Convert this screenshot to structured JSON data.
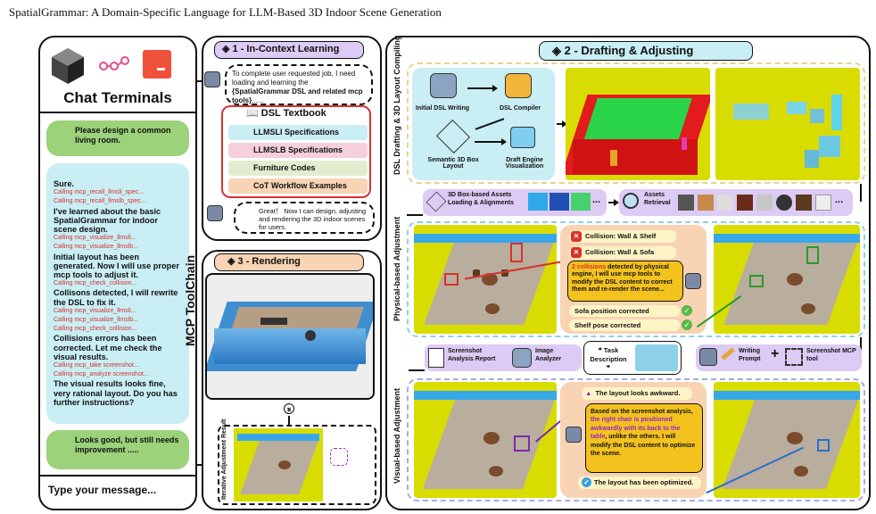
{
  "header": "SpatialGrammar: A Domain-Specific Language for LLM-Based 3D Indoor Scene Generation",
  "chat": {
    "title": "Chat Terminals",
    "user1": "Please design a common living room.",
    "assistant": {
      "sure": "Sure.",
      "calls1": [
        "Calling mcp_recall_llmsli_spec...",
        "Calling mcp_recall_llmslb_spec..."
      ],
      "learned": "I've learned about the basic SpatialGrammar for indoor scene design.",
      "calls2": [
        "Calling mcp_visualize_llmsli...",
        "Calling mcp_visualize_llmslb..."
      ],
      "initial": "Initial layout has been generated. Now I will use proper mcp tools to adjust it.",
      "calls3": [
        "Calling mcp_check_collision..."
      ],
      "collision": "Collisons detected, I will rewrite the DSL to fix it.",
      "calls4": [
        "Calling mcp_visualize_llmsli...",
        "Calling mcp_visualize_llmslb...",
        "Calling mcp_check_collision..."
      ],
      "corrected": "Collisions errors has been corrected. Let me check the visual results.",
      "calls5": [
        "Calling mcp_take screenshot...",
        "Calling mcp_analyze screenshot..."
      ],
      "fine": "The visual results looks fine, very rational layout. Do you has further instructions?"
    },
    "user2": "Looks good, but still needs improvement .....",
    "input_placeholder": "Type your message..."
  },
  "mcp_label": "MCP ToolChain",
  "icl": {
    "title": "1 - In-Context Learning",
    "bubble_pre": "To complete user requested job, I need loading and learning the ",
    "bubble_bold": "{SpatialGrammar DSL and related mcp tools}",
    "bubble_post": "......",
    "textbook": "DSL Textbook",
    "items": [
      "LLMSLI Specifications",
      "LLMSLB Specifications",
      "Furniture Codes",
      "CoT Workflow Examples"
    ],
    "reply": "Great！ Now I can design, adjusting and rendering the 3D indoor scenes for users."
  },
  "rendering": {
    "title": "3 - Rendering",
    "iter_label": "Iterative Adjustment Result",
    "u_symbol": "𝖚"
  },
  "drafting": {
    "title": "2 - Drafting & Adjusting",
    "row1_label": "DSL Drafting & 3D Layout Compiling",
    "initial": "Initial DSL Writing",
    "compiler": "DSL Compiler",
    "semantic": "Semantic 3D Box Layout",
    "engine": "Draft Engine Visualization",
    "assets_loading": "3D Box-based Assets Loading & Alignments",
    "assets_retrieval": "Assets Retrieval",
    "ellipsis": "...",
    "physical_label": "Physical-based Adjustment",
    "collision1": "Collision: Wall & Shelf",
    "collision2": "Collision: Wall & Sofa",
    "collision_bold": "2 collisions",
    "collision_text": " detected by physical engine, I will use mcp tools to modify the DSL content to correct them and re-render the scene...",
    "fix1": "Sofa position corrected",
    "fix2": "Shelf pose corrected",
    "report": "Screenshot Analysis Report",
    "analyzer": "Image Analyzer",
    "task": "Task Description",
    "writing": "Writing Prompt",
    "plus": "+",
    "screenshot_tool": "Screenshot MCP tool",
    "visual_label": "Visual-based Adjustment",
    "awkward": "The layout looks awkward.",
    "analysis_pre": "Based on the screenshot analysis, ",
    "analysis_purple": "the right chair is positioned awkwardly with its back to the table",
    "analysis_post": ", unlike the others. I will modify the DSL content to optimize the scene.",
    "optimized": "The layout has been optimized."
  },
  "colors": {
    "cyan_panel": "#c9eef4",
    "purple_bar": "#dccbf4",
    "peach": "#f8d3b4",
    "yellow": "#d9dc00",
    "green_bubble": "#9bd27a",
    "red": "#d8322c"
  }
}
